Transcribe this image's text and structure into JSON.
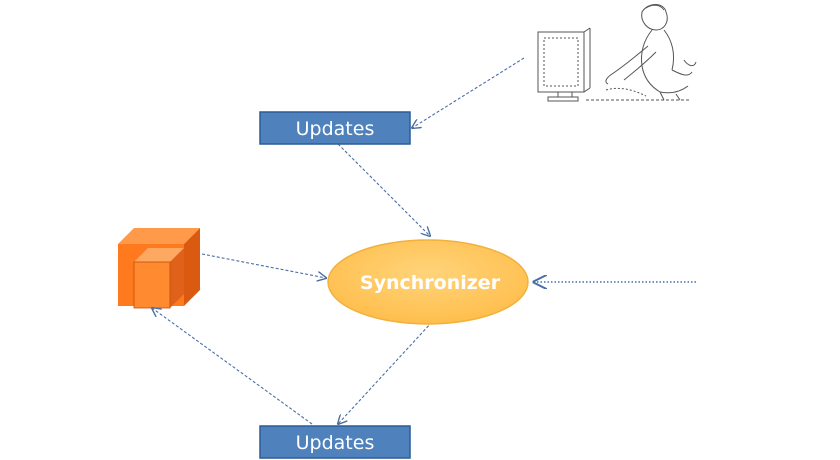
{
  "diagram": {
    "nodes": {
      "updates_top": {
        "label": "Updates"
      },
      "updates_bottom": {
        "label": "Updates"
      },
      "synchronizer": {
        "label": "Synchronizer"
      },
      "user_workstation": {
        "icon": "user-at-computer-icon"
      },
      "local_store": {
        "icon": "orange-cube-stack-icon"
      }
    },
    "colors": {
      "box_fill": "#4f81bd",
      "box_stroke": "#2c5c99",
      "box_text": "#ffffff",
      "ellipse_fill": "#ffc55a",
      "ellipse_stroke": "#f0a830",
      "ellipse_text": "#ffffff",
      "arrow": "#4a6fa5",
      "cube_front": "#ff7a1f",
      "cube_top": "#ff9a4a",
      "cube_side": "#d95a10"
    }
  }
}
